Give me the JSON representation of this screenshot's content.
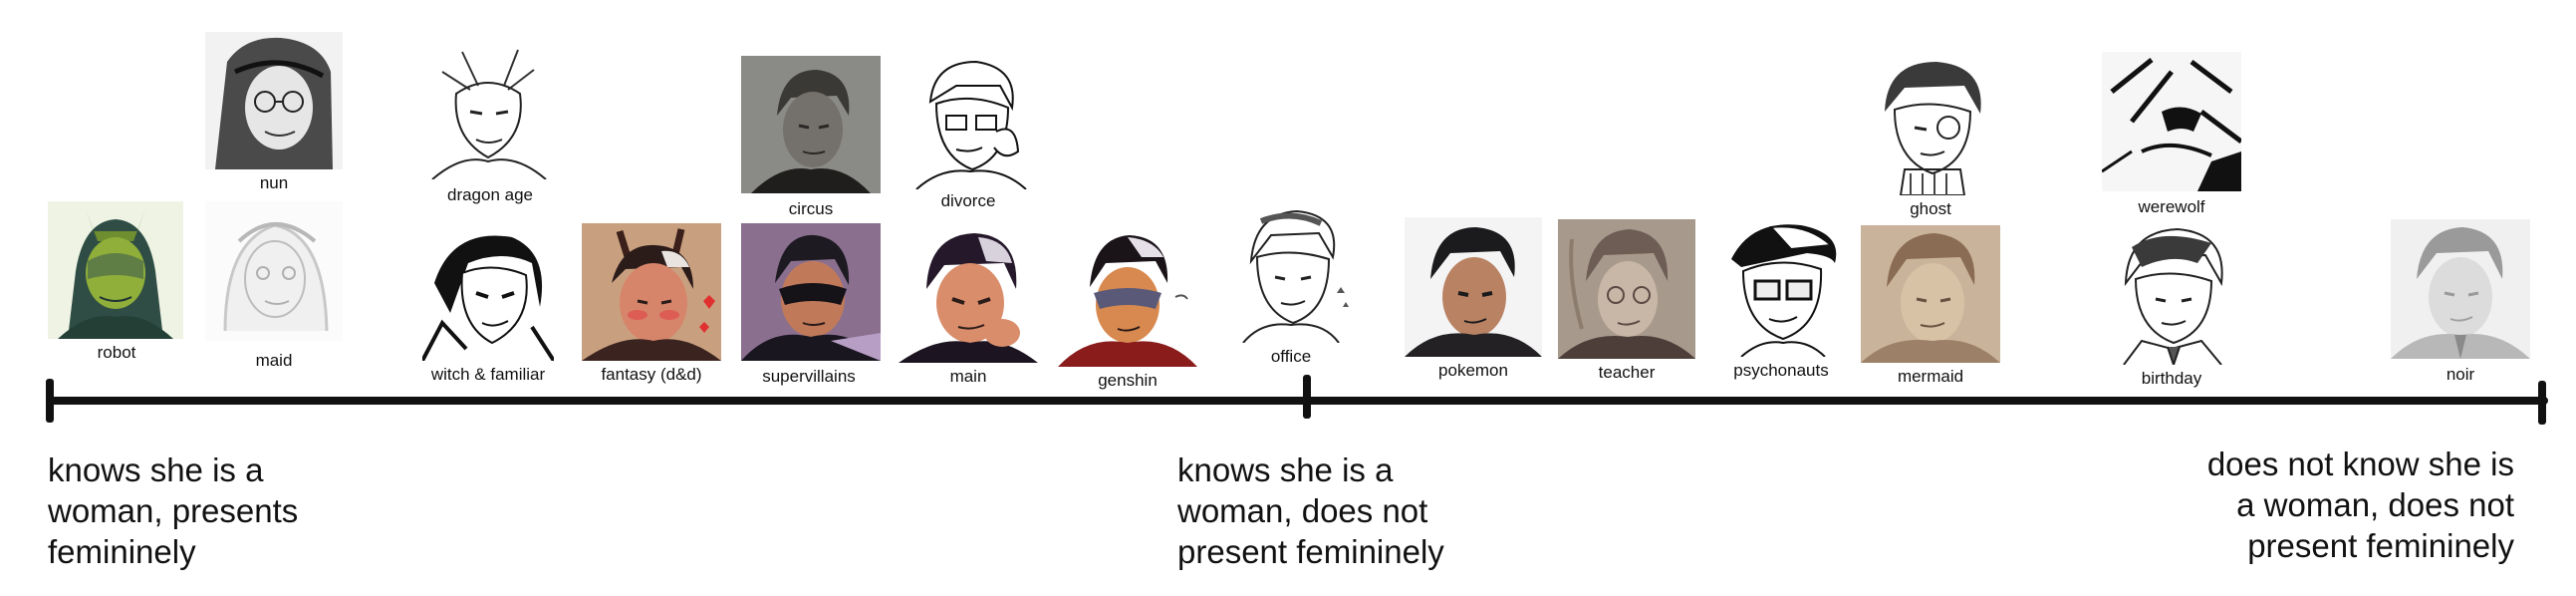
{
  "title": "",
  "characters": {
    "robot": "robot",
    "nun": "nun",
    "maid": "maid",
    "dragon_age": "dragon age",
    "witch_familiar": "witch & familiar",
    "fantasy": "fantasy (d&d)",
    "circus": "circus",
    "supervillains": "supervillains",
    "divorce": "divorce",
    "main": "main",
    "genshin": "genshin",
    "office": "office",
    "pokemon": "pokemon",
    "teacher": "teacher",
    "psychonauts": "psychonauts",
    "ghost": "ghost",
    "mermaid": "mermaid",
    "werewolf": "werewolf",
    "birthday": "birthday",
    "noir": "noir"
  },
  "scale_labels": {
    "left": "knows she is a\nwoman, presents\nfemininely",
    "middle": "knows she is a\nwoman, does not\npresent femininely",
    "right": "does not know she is\na woman, does not\npresent femininely"
  },
  "colors": {
    "axis": "#111111",
    "robot_skin": "#8fae3a",
    "fantasy_bg": "#c9a07f",
    "supervillain_bg": "#8a6f8f",
    "circus_bg": "#8a8a86",
    "mermaid_bg": "#c9b39a",
    "teacher_bg": "#a79a8c"
  },
  "icons": {
    "robot": "green-masked-figure-icon",
    "nun": "nun-portrait-icon",
    "maid": "faded-maid-sketch-icon",
    "dragon_age": "horned-sketch-icon",
    "witch_familiar": "ink-portrait-icon",
    "fantasy": "horned-blushing-portrait-icon",
    "circus": "gray-portrait-icon",
    "supervillains": "masked-villain-icon",
    "divorce": "glasses-sketch-icon",
    "main": "main-portrait-icon",
    "genshin": "masked-portrait-icon",
    "office": "office-sketch-icon",
    "pokemon": "trainer-portrait-icon",
    "teacher": "faded-teacher-icon",
    "psychonauts": "psychonauts-glasses-icon",
    "ghost": "ghost-glasses-sketch-icon",
    "mermaid": "sepia-portrait-icon",
    "werewolf": "werewolf-ink-icon",
    "birthday": "birthday-sketch-icon",
    "noir": "noir-gray-portrait-icon"
  }
}
